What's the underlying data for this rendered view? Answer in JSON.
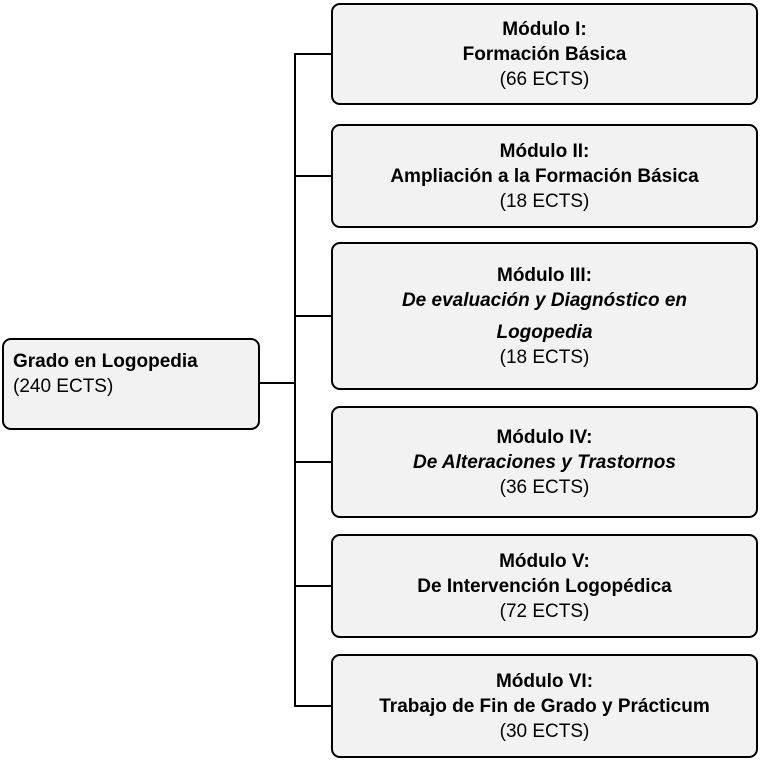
{
  "diagram": {
    "root": {
      "title": "Grado en Logopedia",
      "ects": "(240 ECTS)"
    },
    "modules": [
      {
        "title": "Módulo I:",
        "subtitle": "Formación Básica",
        "ects": "(66 ECTS)"
      },
      {
        "title": "Módulo II:",
        "subtitle": "Ampliación a la Formación Básica",
        "ects": "(18 ECTS)"
      },
      {
        "title": "Módulo III:",
        "subtitle": "De evaluación y Diagnóstico en",
        "subtitle2": "Logopedia",
        "ects": "(18 ECTS)"
      },
      {
        "title": "Módulo IV:",
        "subtitle": "De Alteraciones y Trastornos",
        "ects": "(36 ECTS)"
      },
      {
        "title": "Módulo V:",
        "subtitle": "De Intervención Logopédica",
        "ects": "(72 ECTS)"
      },
      {
        "title": "Módulo VI:",
        "subtitle": "Trabajo de Fin de Grado y Prácticum",
        "ects": "(30 ECTS)"
      }
    ],
    "colors": {
      "node_fill": "#f2f2f2",
      "node_border": "#000000",
      "connector_line": "#000000",
      "canvas_background": "#ffffff",
      "text": "#000000"
    }
  }
}
